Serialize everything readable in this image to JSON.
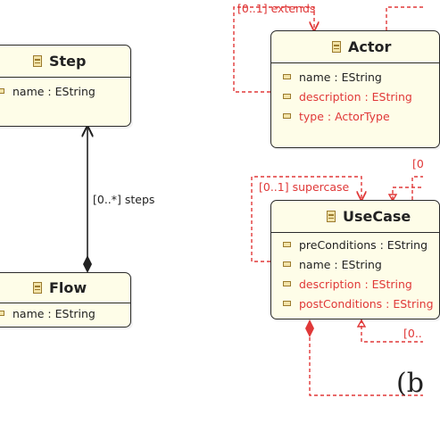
{
  "diagram": {
    "classes": {
      "step": {
        "name": "Step",
        "attributes": [
          {
            "label": "name : EString",
            "color": "#222222"
          }
        ]
      },
      "flow": {
        "name": "Flow",
        "attributes": [
          {
            "label": "name : EString",
            "color": "#222222"
          }
        ]
      },
      "actor": {
        "name": "Actor",
        "attributes": [
          {
            "label": "name : EString",
            "color": "#222222"
          },
          {
            "label": "description : EString",
            "color": "#e03838"
          },
          {
            "label": "type : ActorType",
            "color": "#e03838"
          }
        ]
      },
      "usecase": {
        "name": "UseCase",
        "attributes": [
          {
            "label": "preConditions : EString",
            "color": "#222222"
          },
          {
            "label": "name : EString",
            "color": "#222222"
          },
          {
            "label": "description : EString",
            "color": "#e03838"
          },
          {
            "label": "postConditions : EString",
            "color": "#e03838"
          }
        ]
      }
    },
    "edge_labels": {
      "steps": "[0..*] steps",
      "extends": "[0..1] extends",
      "supercase": "[0..1] supercase",
      "partial_right_upper": "[0",
      "partial_bottom": "[0.."
    },
    "figure_tag": "(b",
    "colors": {
      "extension": "#e03838",
      "base": "#222222",
      "class_fill": "#fefde8"
    }
  }
}
